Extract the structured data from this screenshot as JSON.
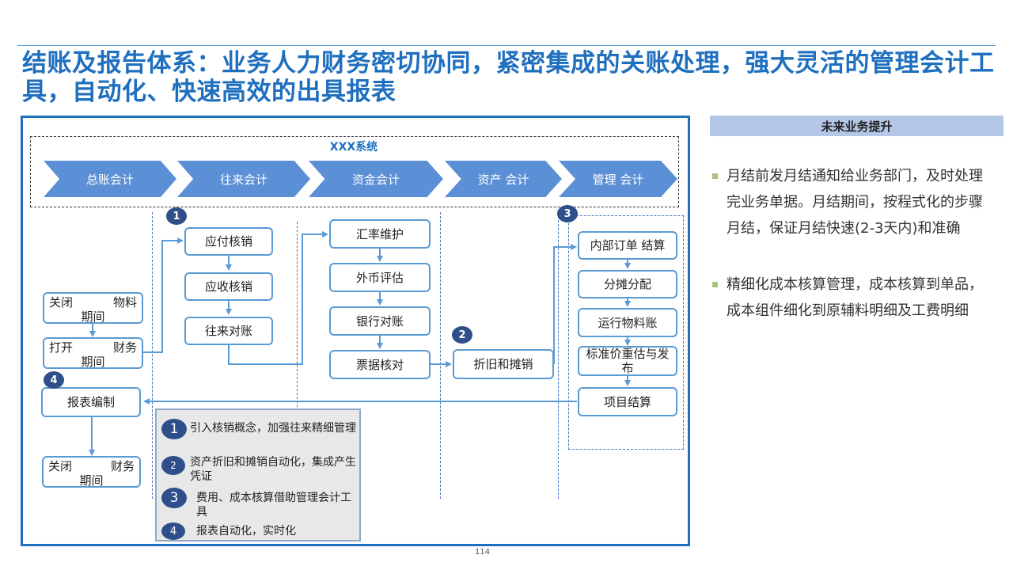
{
  "title": "结账及报告体系：业务人力财务密切协同，紧密集成的关账处理，强大灵活的管理会计工具，自动化、快速高效的出具报表",
  "system": {
    "title": "XXX系统",
    "modules": [
      "总账会计",
      "往来会计",
      "资金会计",
      "资产  会计",
      "管理  会计"
    ]
  },
  "flow": {
    "close_material": [
      "关闭",
      "物料",
      "期间"
    ],
    "open_finance": [
      "打开",
      "财务",
      "期间"
    ],
    "report": "报表编制",
    "close_finance": [
      "关闭",
      "财务",
      "期间"
    ],
    "ap": "应付核销",
    "ar": "应收核销",
    "recon": "往来对账",
    "fx_maint": "汇率维护",
    "fx_eval": "外币评估",
    "bank_recon": "银行对账",
    "bill_recon": "票据核对",
    "depr": "折旧和摊销",
    "internal_order": "内部订单 结算",
    "allocation": "分摊分配",
    "material_ledger": "运行物料账",
    "std_cost": "标准价重估与发布",
    "project_settle": "项目结算"
  },
  "badges": [
    "1",
    "2",
    "3",
    "4"
  ],
  "legend": [
    {
      "num": "1",
      "text": "引入核销概念，加强往来精细管理"
    },
    {
      "num": "2",
      "text": "资产折旧和摊销自动化，集成产生凭证"
    },
    {
      "num": "3",
      "text": "费用、成本核算借助管理会计工具"
    },
    {
      "num": "4",
      "text": "报表自动化，实时化"
    }
  ],
  "future": {
    "header": "未来业务提升",
    "bullets": [
      "月结前发月结通知给业务部门，及时处理完业务单据。月结期间，按程式化的步骤月结，保证月结快速(2-3天内)和准确",
      "精细化成本核算管理，成本核算到单品，成本组件细化到原辅料明细及工费明细"
    ]
  },
  "page_number": "114",
  "colors": {
    "title": "#1F6FBF",
    "chevron": "#5B8FD6",
    "node_border": "#5B9BD5",
    "badge": "#2E4F8A",
    "header_bg": "#B4C7E7"
  }
}
